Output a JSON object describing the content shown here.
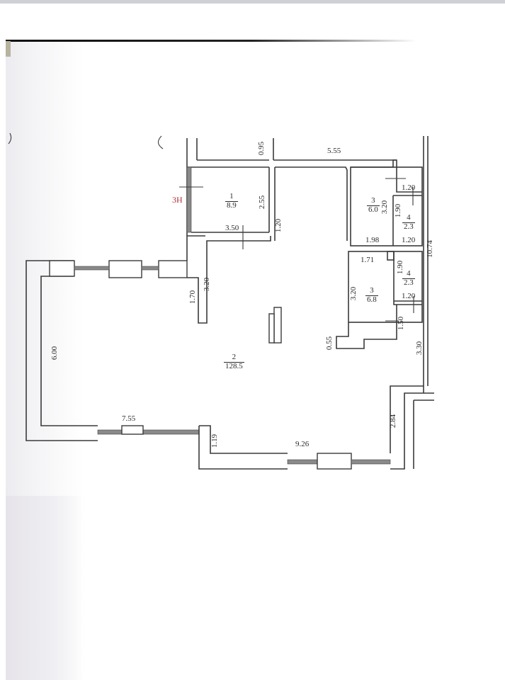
{
  "document": {
    "type": "floor-plan",
    "marker_label": "3H",
    "total_length_right": "10.74"
  },
  "rooms": [
    {
      "id": "room-1",
      "number": "1",
      "area": "8.9"
    },
    {
      "id": "room-2",
      "number": "2",
      "area": "128.5"
    },
    {
      "id": "room-3a",
      "number": "3",
      "area": "6.0"
    },
    {
      "id": "room-3b",
      "number": "3",
      "area": "6.8"
    },
    {
      "id": "room-4a",
      "number": "4",
      "area": "2.3"
    },
    {
      "id": "room-4b",
      "number": "4",
      "area": "2.3"
    }
  ],
  "dimensions": {
    "top_095": "0.95",
    "top_555": "5.55",
    "room1_255": "2.55",
    "room1_350": "3.50",
    "corr_120": "1.20",
    "room3a_320": "3.20",
    "room3a_198": "1.98",
    "wc1_120_top": "1.20",
    "wc1_190": "1.90",
    "wc1_120_bot": "1.20",
    "right_1074": "10.74",
    "room3b_171": "1.71",
    "room3b_320": "3.20",
    "wc2_190": "1.90",
    "wc2_120": "1.20",
    "wc2_150": "1.50",
    "step_055": "0.55",
    "right_330": "3.30",
    "left_320": "3.20",
    "left_170": "1.70",
    "left_600": "6.00",
    "bottom_755": "7.55",
    "bottom_119": "1.19",
    "bottom_926": "9.26",
    "right_284": "2.84"
  }
}
